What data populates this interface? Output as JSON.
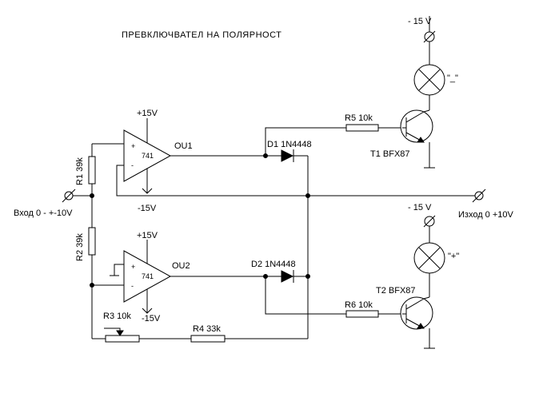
{
  "title": "ПРЕВКЛЮЧВАТЕЛ  НА  ПОЛЯРНОСТ",
  "supply": {
    "ou1_pos": "+15V",
    "ou1_neg": "-15V",
    "ou2_pos": "+15V",
    "ou2_neg": "-15V",
    "lamp1_supply": "- 15 V",
    "lamp2_supply": "- 15 V"
  },
  "opamps": {
    "ou1_name": "OU1",
    "ou1_type": "741",
    "ou2_name": "OU2",
    "ou2_type": "741",
    "plus": "+",
    "minus": "-"
  },
  "resistors": {
    "r1": "R1 39k",
    "r2": "R2 39k",
    "r3": "R3 10k",
    "r4": "R4 33k",
    "r5": "R5 10k",
    "r6": "R6 10k"
  },
  "diodes": {
    "d1": "D1 1N4448",
    "d2": "D2 1N4448"
  },
  "transistors": {
    "t1": "T1 BFX87",
    "t2": "T2 BFX87"
  },
  "lamps": {
    "lamp1_mark": "\"_\"",
    "lamp2_mark": "\"+\""
  },
  "io": {
    "input": "Вход 0 - +-10V",
    "output": "Изход 0 +10V"
  }
}
